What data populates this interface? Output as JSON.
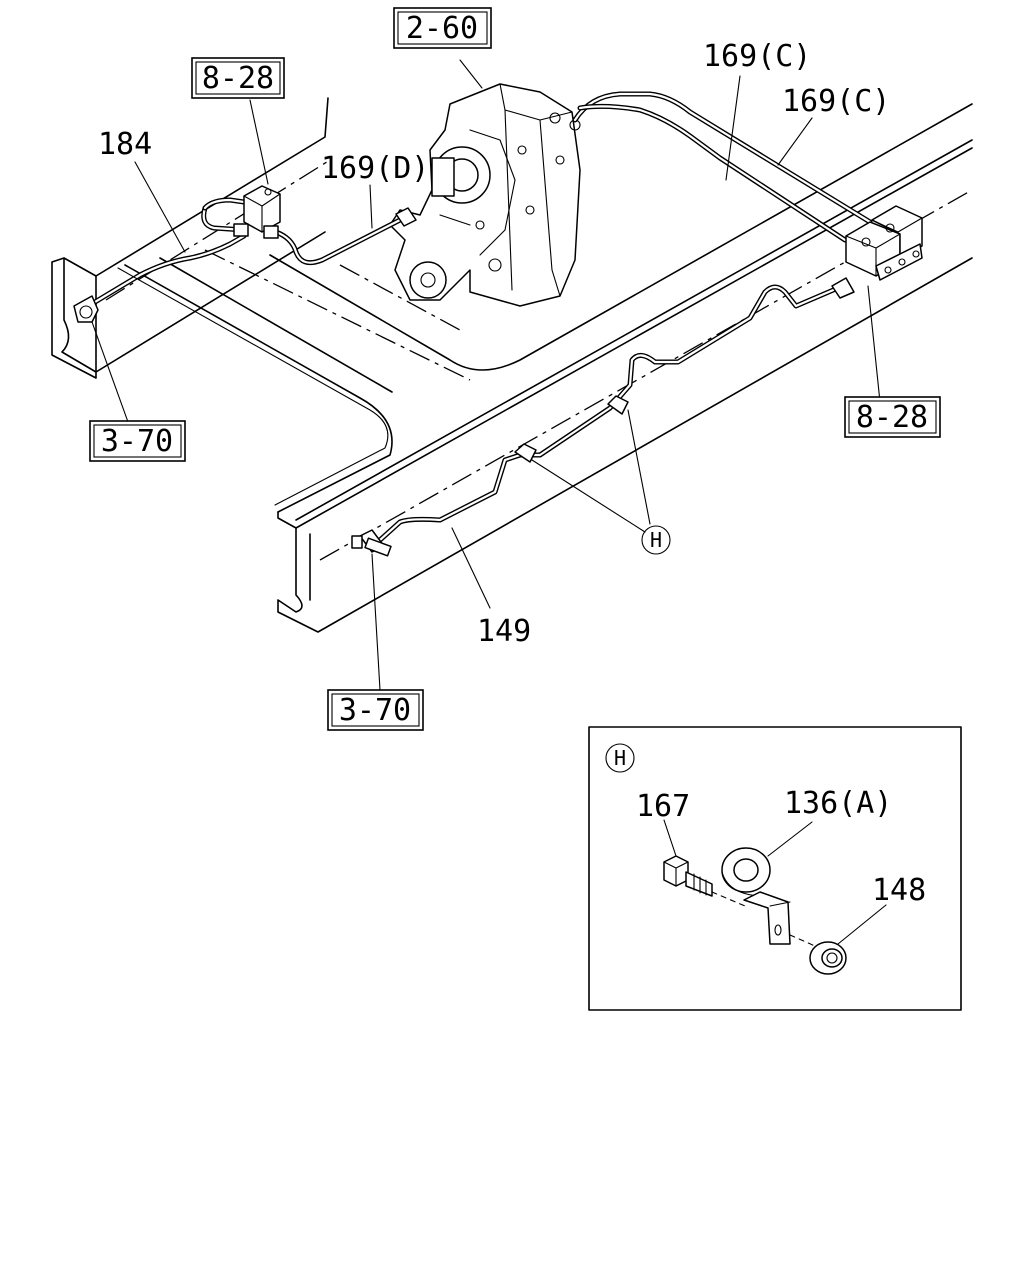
{
  "labels": {
    "ref_2_60": "2-60",
    "ref_8_28_left": "8-28",
    "ref_8_28_right": "8-28",
    "ref_3_70_left": "3-70",
    "ref_3_70_bottom": "3-70",
    "p184": "184",
    "p169d": "169(D)",
    "p169c_1": "169(C)",
    "p169c_2": "169(C)",
    "p149": "149",
    "h_callout": "H",
    "detail_h": "H",
    "p167": "167",
    "p136a": "136(A)",
    "p148": "148"
  }
}
